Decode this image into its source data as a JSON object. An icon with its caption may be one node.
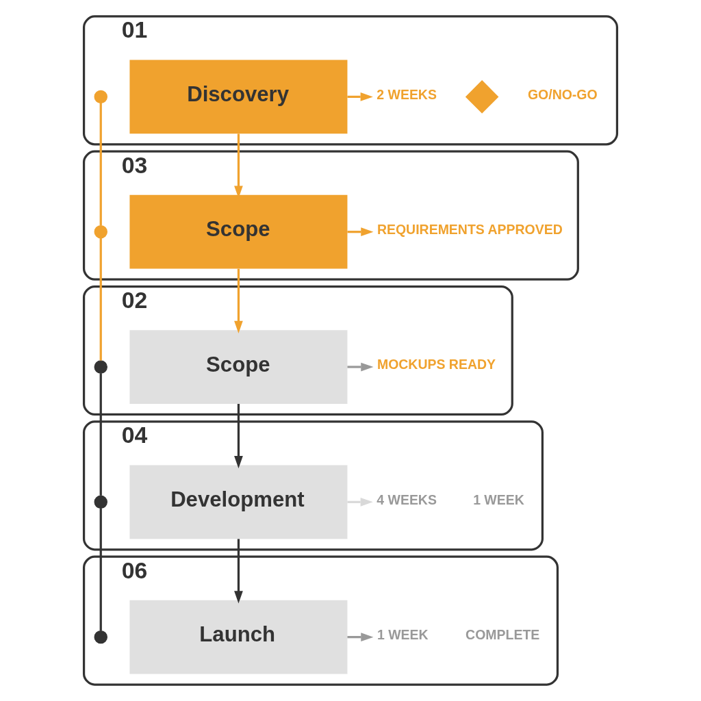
{
  "diagram": {
    "nodes": [
      {
        "text": [
          "01"
        ]
      },
      {
        "text": [],
        "shape": "circle",
        "in": 0
      },
      {
        "text": [
          "Discovery"
        ],
        "in": 0
      },
      {
        "text": [
          "2 WEEKS"
        ],
        "in": 0
      },
      {
        "text": [],
        "shape": "diamond",
        "in": 0,
        "beside": [
          "GO/NO-GO"
        ]
      },
      {
        "text": [
          "03"
        ]
      },
      {
        "text": [],
        "shape": "circle",
        "in": 5
      },
      {
        "text": [
          "Scope"
        ],
        "in": 5
      },
      {
        "text": [
          "REQUIREMENTS APPROVED"
        ],
        "in": 5
      },
      {
        "text": [
          "02"
        ]
      },
      {
        "text": [],
        "shape": "circle",
        "in": 9
      },
      {
        "text": [
          "Scope"
        ],
        "in": 9
      },
      {
        "text": [
          "MOCKUPS READY"
        ],
        "in": 9
      },
      {
        "text": [
          "04"
        ]
      },
      {
        "text": [],
        "shape": "circle",
        "in": 13
      },
      {
        "text": [
          "Development"
        ],
        "in": 13
      },
      {
        "text": [
          "4 WEEKS"
        ],
        "in": 13
      },
      {
        "text": [
          "06"
        ]
      },
      {
        "text": [],
        "shape": "circle",
        "in": 17
      },
      {
        "text": [
          "Launch"
        ],
        "in": 17
      },
      {
        "text": [
          "1 WEEK"
        ],
        "in": 17
      }
    ],
    "edges": [
      {
        "from": 1,
        "to": 6,
        "arrow": "none",
        "color": "#f0a22e"
      },
      {
        "from": 2,
        "to": 7,
        "arrow": "to",
        "color": "#f0a22e"
      },
      {
        "from": 2,
        "to": 3,
        "arrow": "to",
        "color": "#f0a22e"
      },
      {
        "from": 6,
        "to": 10,
        "arrow": "none",
        "color": "#f0a22e"
      },
      {
        "from": 7,
        "to": 11,
        "arrow": "to",
        "color": "#f0a22e"
      },
      {
        "from": 7,
        "to": 8,
        "arrow": "to",
        "color": "#f0a22e"
      },
      {
        "from": 10,
        "to": 14,
        "arrow": "none",
        "color": "#333333"
      },
      {
        "from": 11,
        "to": 15,
        "arrow": "to",
        "color": "#333333"
      },
      {
        "from": 11,
        "to": 12,
        "arrow": "to",
        "color": "#999999"
      },
      {
        "from": 14,
        "to": 18,
        "arrow": "none",
        "color": "#333333"
      },
      {
        "from": 15,
        "to": 19,
        "arrow": "to",
        "color": "#333333"
      },
      {
        "from": 15,
        "to": 16,
        "arrow": "to",
        "color": "#d9d9d9"
      },
      {
        "from": 19,
        "to": 20,
        "arrow": "to",
        "color": "#999999"
      }
    ],
    "labels": [
      "1 WEEK",
      "COMPLETE"
    ]
  }
}
